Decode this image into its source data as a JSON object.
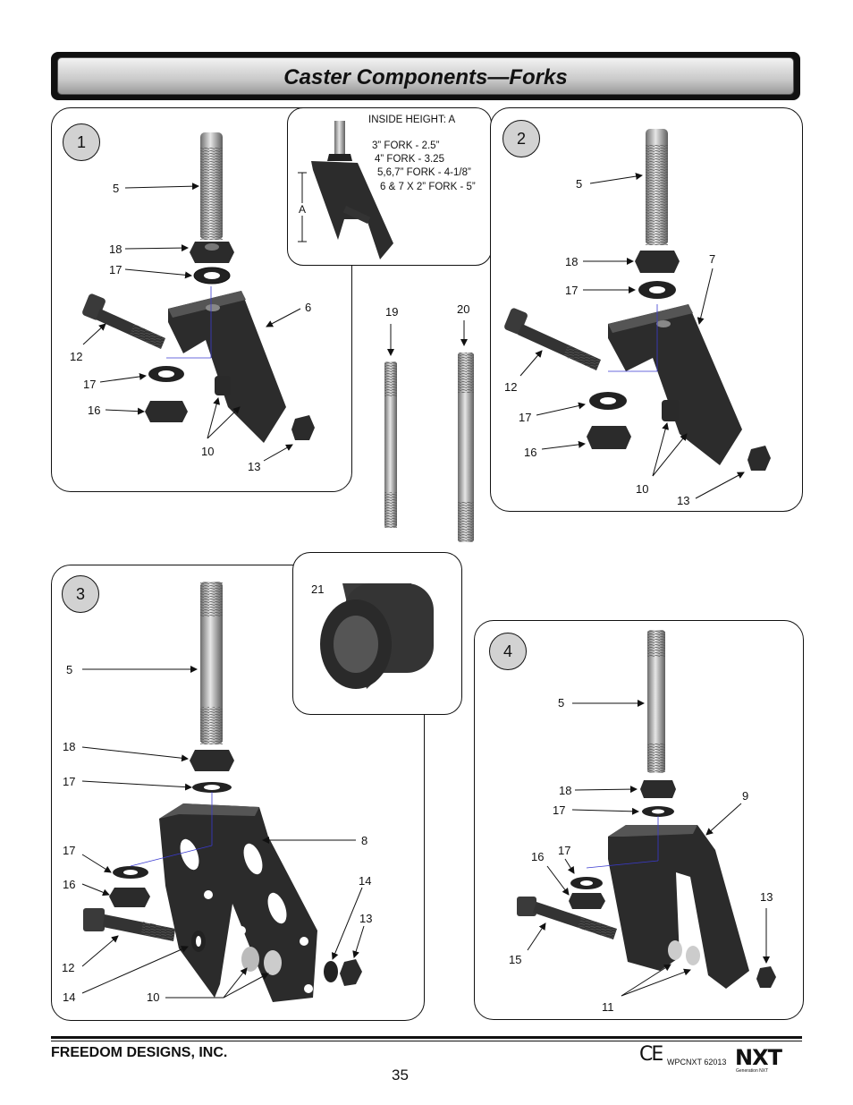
{
  "title": "Caster Components—Forks",
  "panels": {
    "p1": {
      "number": "1",
      "labels": [
        "5",
        "18",
        "17",
        "6",
        "12",
        "17",
        "16",
        "10",
        "13"
      ]
    },
    "p2": {
      "number": "2",
      "labels": [
        "5",
        "18",
        "7",
        "17",
        "12",
        "17",
        "16",
        "10",
        "13"
      ]
    },
    "p3": {
      "number": "3",
      "labels": [
        "5",
        "18",
        "17",
        "8",
        "17",
        "16",
        "14",
        "13",
        "12",
        "14",
        "10"
      ]
    },
    "p4": {
      "number": "4",
      "labels": [
        "5",
        "18",
        "9",
        "17",
        "17",
        "16",
        "13",
        "15",
        "11"
      ]
    }
  },
  "inset": {
    "header": "INSIDE HEIGHT: A",
    "rows": [
      "3” FORK - 2.5”",
      "4” FORK - 3.25",
      "5,6,7” FORK - 4-1/8”",
      "6 & 7 X 2” FORK - 5”"
    ],
    "dim_label": "A"
  },
  "axles": {
    "a": "19",
    "b": "20"
  },
  "spacer": {
    "label": "21"
  },
  "footer": {
    "company": "FREEDOM DESIGNS, INC.",
    "page": "35",
    "ce": "CE",
    "code": "WPCNXT 62013",
    "logo": "NXT",
    "logo_sub": "Generation NXT"
  },
  "colors": {
    "part": "#2b2b2b",
    "steel": "#9a9a9a",
    "badge": "#d2d2d2",
    "guide": "#3a3ad0"
  }
}
